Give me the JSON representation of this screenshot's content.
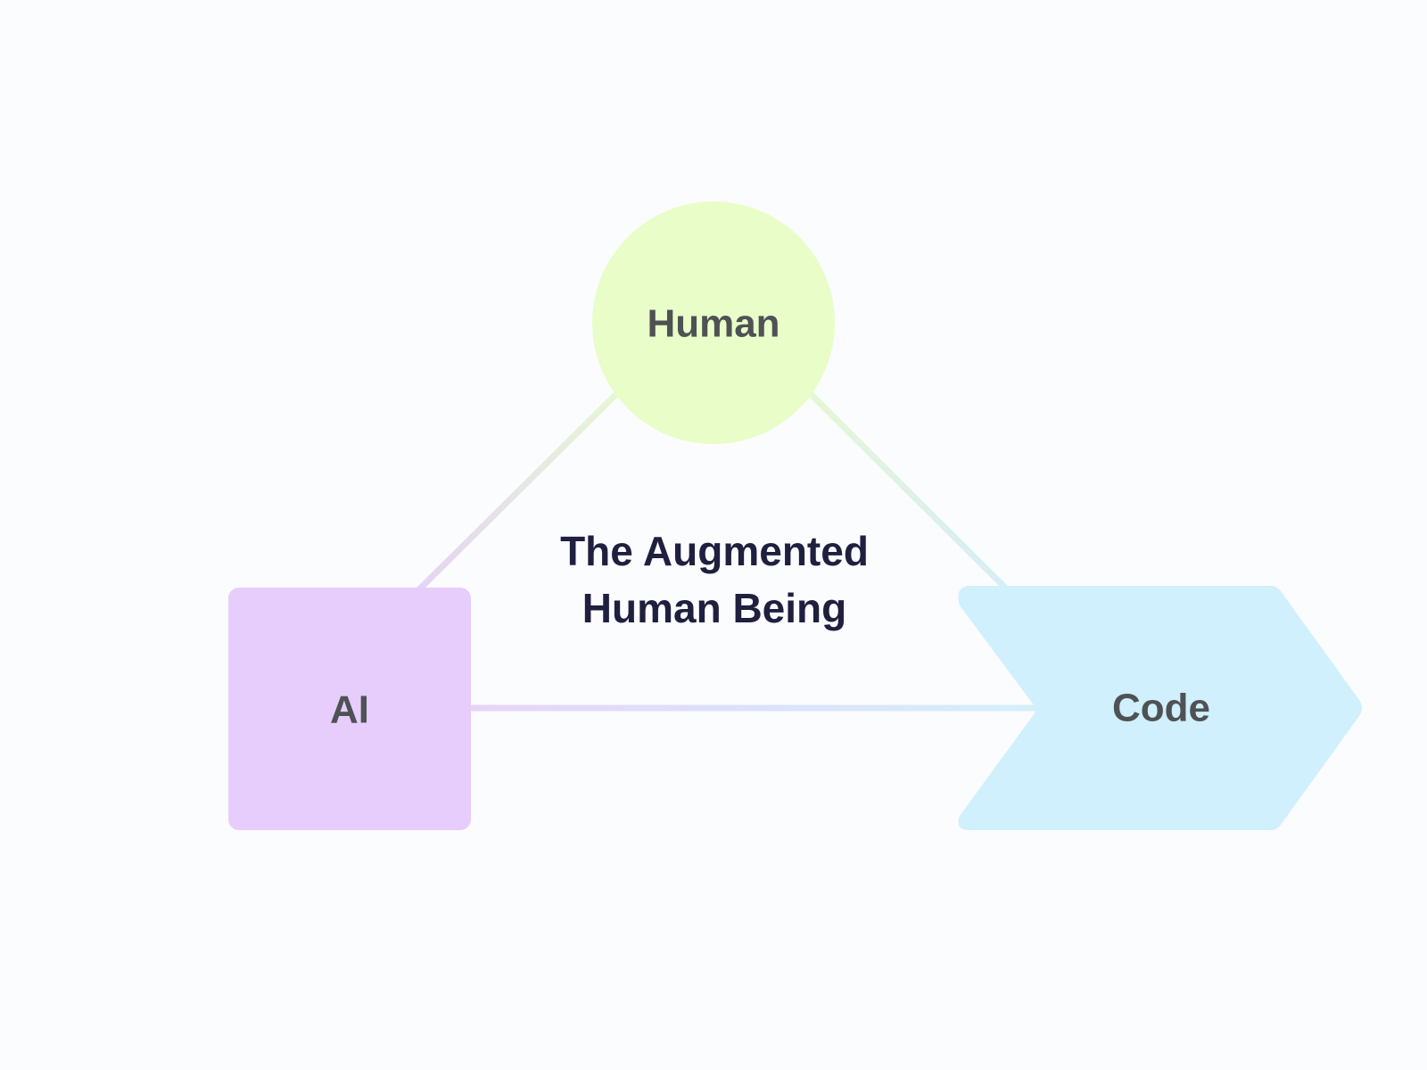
{
  "diagram": {
    "title_line_1": "The Augmented",
    "title_line_2": "Human Being",
    "nodes": {
      "human": {
        "label": "Human",
        "shape": "circle",
        "color": "#e9fdc8"
      },
      "ai": {
        "label": "AI",
        "shape": "rounded-square",
        "color": "#e7cdfc"
      },
      "code": {
        "label": "Code",
        "shape": "chevron",
        "color": "#cff0fc"
      }
    },
    "edges": [
      {
        "from": "human",
        "to": "ai"
      },
      {
        "from": "human",
        "to": "code"
      },
      {
        "from": "ai",
        "to": "code"
      }
    ],
    "colors": {
      "background": "#fbfcfd",
      "title_text": "#1f1f3f",
      "node_text": "#4f5254"
    }
  }
}
